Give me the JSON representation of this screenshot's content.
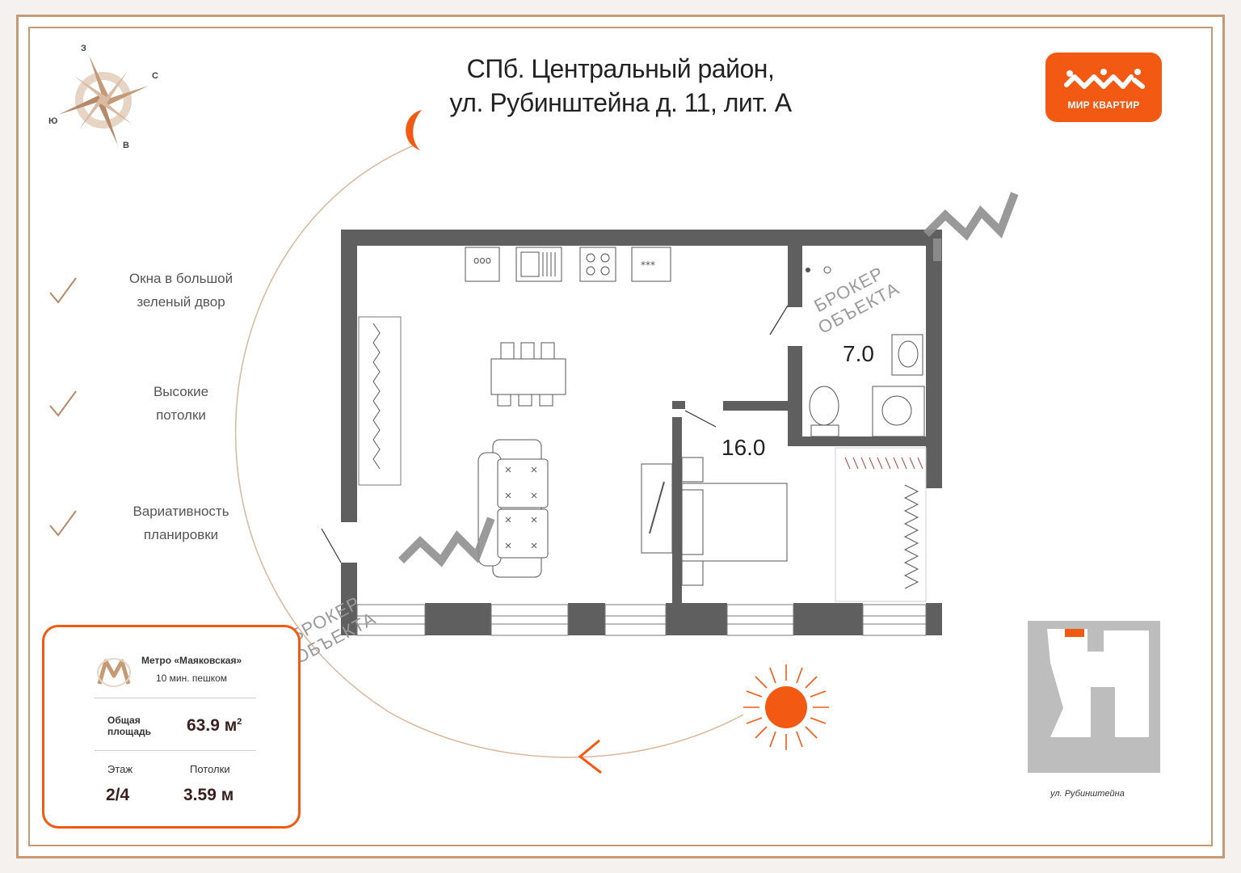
{
  "header": {
    "title_line1": "СПб. Центральный район,",
    "title_line2": "ул. Рубинштейна д. 11, лит. А"
  },
  "logo": {
    "brand": "МИР КВАРТИР"
  },
  "compass": {
    "north": "С",
    "south": "Ю",
    "west": "З",
    "east": "В"
  },
  "features": [
    {
      "line1": "Окна в большой",
      "line2": "зеленый двор"
    },
    {
      "line1": "Высокие",
      "line2": "потолки"
    },
    {
      "line1": "Вариативность",
      "line2": "планировки"
    }
  ],
  "watermark": {
    "line1": "БРОКЕР",
    "line2": "ОБЪЕКТА"
  },
  "rooms": {
    "main_area": "16.0",
    "bath_area": "7.0"
  },
  "info": {
    "metro": "Метро «Маяковская»",
    "walk": "10 мин. пешком",
    "area_label_1": "Общая",
    "area_label_2": "площадь",
    "area_value": "63.9 м",
    "area_unit_sup": "2",
    "floor_label": "Этаж",
    "floor_value": "2/4",
    "ceiling_label": "Потолки",
    "ceiling_value": "3.59 м"
  },
  "site_plan": {
    "street": "ул. Рубинштейна"
  },
  "colors": {
    "accent": "#f25a14",
    "frame": "#c49a77",
    "wall": "#5f5f5f"
  }
}
